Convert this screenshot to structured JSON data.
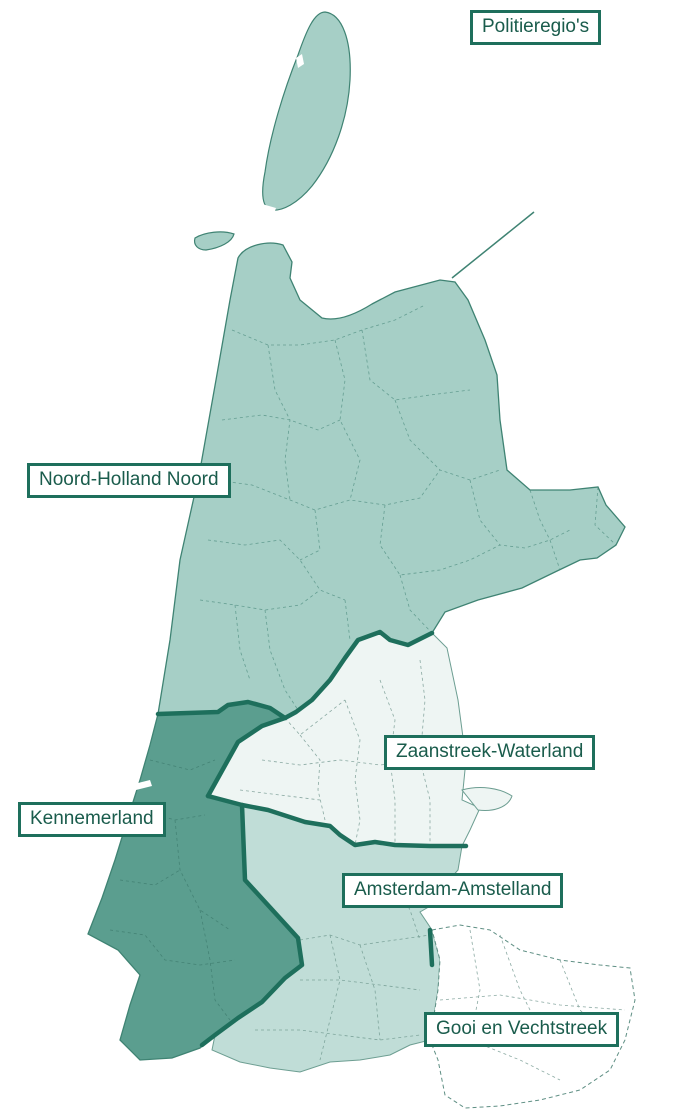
{
  "map": {
    "title": "Politieregio's",
    "regions": [
      {
        "name": "Noord-Holland Noord",
        "color": "#a6cfc6"
      },
      {
        "name": "Zaanstreek-Waterland",
        "color": "#eef5f3"
      },
      {
        "name": "Kennemerland",
        "color": "#5b9e8f"
      },
      {
        "name": "Amsterdam-Amstelland",
        "color": "#c0ddd7"
      },
      {
        "name": "Gooi en Vechtstreek",
        "color": "#ffffff"
      }
    ],
    "border_color": "#1e6f5c"
  }
}
